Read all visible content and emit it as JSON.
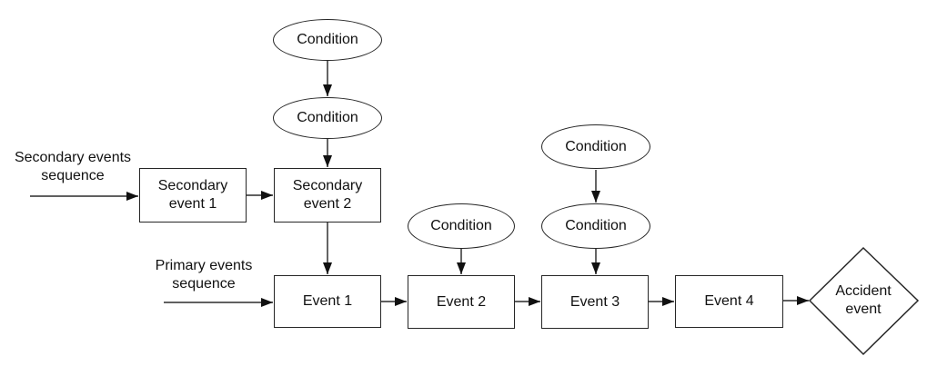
{
  "colors": {
    "connector_line": "#4a4a4a",
    "arrowhead": "#111111",
    "shape_border": "#262626",
    "text": "#111111",
    "background": "#ffffff"
  },
  "labels": {
    "secondary_sequence": "Secondary events\nsequence",
    "primary_sequence": "Primary events\nsequence"
  },
  "nodes": {
    "conditions": [
      "Condition",
      "Condition",
      "Condition",
      "Condition",
      "Condition"
    ],
    "secondary_event_1": "Secondary\nevent 1",
    "secondary_event_2": "Secondary\nevent 2",
    "event_1": "Event 1",
    "event_2": "Event 2",
    "event_3": "Event 3",
    "event_4": "Event 4",
    "accident_event": "Accident\nevent"
  }
}
